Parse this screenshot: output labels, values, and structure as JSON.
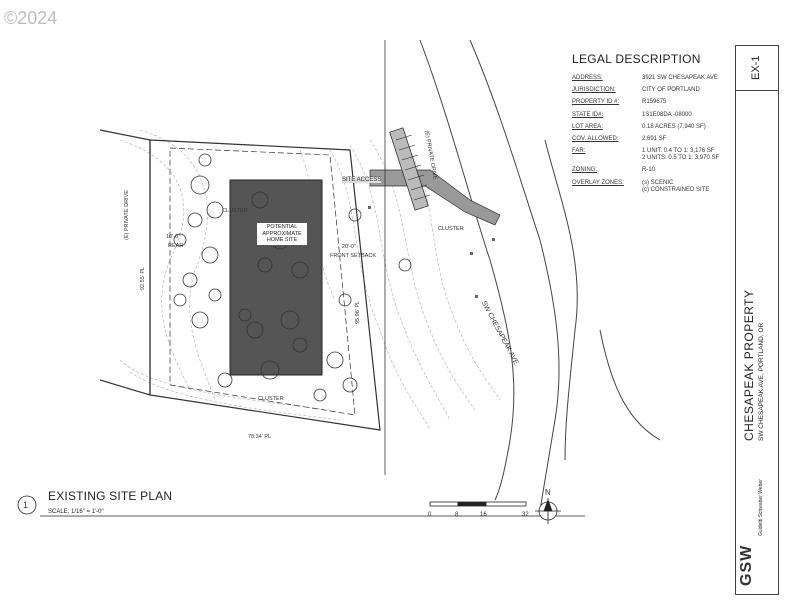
{
  "watermark": "©2024",
  "legal": {
    "title": "LEGAL DESCRIPTION",
    "rows": [
      {
        "k": "ADDRESS:",
        "v": "3921 SW CHESAPEAK AVE"
      },
      {
        "k": "JURISDICTION:",
        "v": "CITY OF PORTLAND"
      },
      {
        "k": "PROPERTY ID #:",
        "v": "R159675"
      },
      {
        "k": "STATE ID#:",
        "v": "1S1E08DA -08000"
      },
      {
        "k": "LOT AREA:",
        "v": "0.18 ACRES (7,940 SF)"
      },
      {
        "k": "COV. ALLOWED:",
        "v": "2,691 SF"
      },
      {
        "k": "FAR:",
        "v": "1 UNIT: 0.4 TO 1: 3,176 SF\n2 UNITS: 0.5 TO 1: 3,970 SF"
      },
      {
        "k": "ZONING:",
        "v": "R-10"
      },
      {
        "k": "OVERLAY ZONES:",
        "v": "(s) SCENIC\n(c) CONSTRAINED SITE"
      }
    ]
  },
  "titleblock": {
    "sheet": "EX-1",
    "project": "CHESAPEAK PROPERTY",
    "address": "SW CHESAPEAK AVE, PORTLAND, OR",
    "firm": "Guidetti Schwaber Weber",
    "firm_short": "GSW"
  },
  "plan": {
    "number": "1",
    "title": "EXISTING SITE PLAN",
    "scale": "SCALE: 1/16\" = 1'-0\"",
    "scale_ticks": [
      "0",
      "8",
      "16",
      "32"
    ],
    "north": "N",
    "home_site": "POTENTIAL APPROXIMATE HOME SITE",
    "front_setback": "FRONT SETBACK",
    "setback_dim": "20'-0\"",
    "site_access": "SITE ACCESS",
    "rear": "REAR",
    "rear_dim": "10'-0\"",
    "street": "SW CHESAPEAK AVE.",
    "pl_right": "95.96' PL",
    "pl_bottom": "78.34' PL",
    "pl_left": "92.55' PL",
    "drive_left": "(E) PRIVATE DRIVE",
    "drive_top": "(E) PRIVATE DRIVE",
    "cluster": "CLUSTER"
  }
}
